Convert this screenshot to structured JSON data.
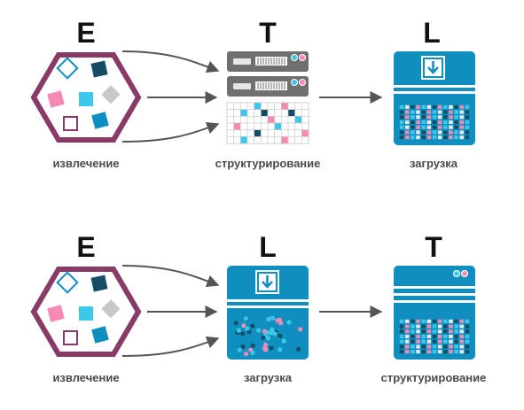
{
  "rows": [
    {
      "name": "etl",
      "letters": [
        "E",
        "T",
        "L"
      ],
      "captions": [
        "извлечение",
        "структурирование",
        "загрузка"
      ]
    },
    {
      "name": "elt",
      "letters": [
        "E",
        "L",
        "T"
      ],
      "captions": [
        "извлечение",
        "загрузка",
        "структурирование"
      ]
    }
  ],
  "colors": {
    "hexagon": "#8a3a67",
    "blue": "#0f8fbf",
    "dark_blue": "#0a5a7a",
    "navy": "#134e66",
    "cyan": "#3cc8ea",
    "pink": "#f58ab7",
    "maroon": "#8a3a67",
    "gray": "#c8c8c8",
    "server": "#6f6f6f",
    "arrow": "#555555"
  },
  "icons": [
    "hexagon-source-icon",
    "server-rack-icon",
    "grid-table-icon",
    "download-card-icon",
    "lake-card-icon",
    "table-card-icon"
  ]
}
